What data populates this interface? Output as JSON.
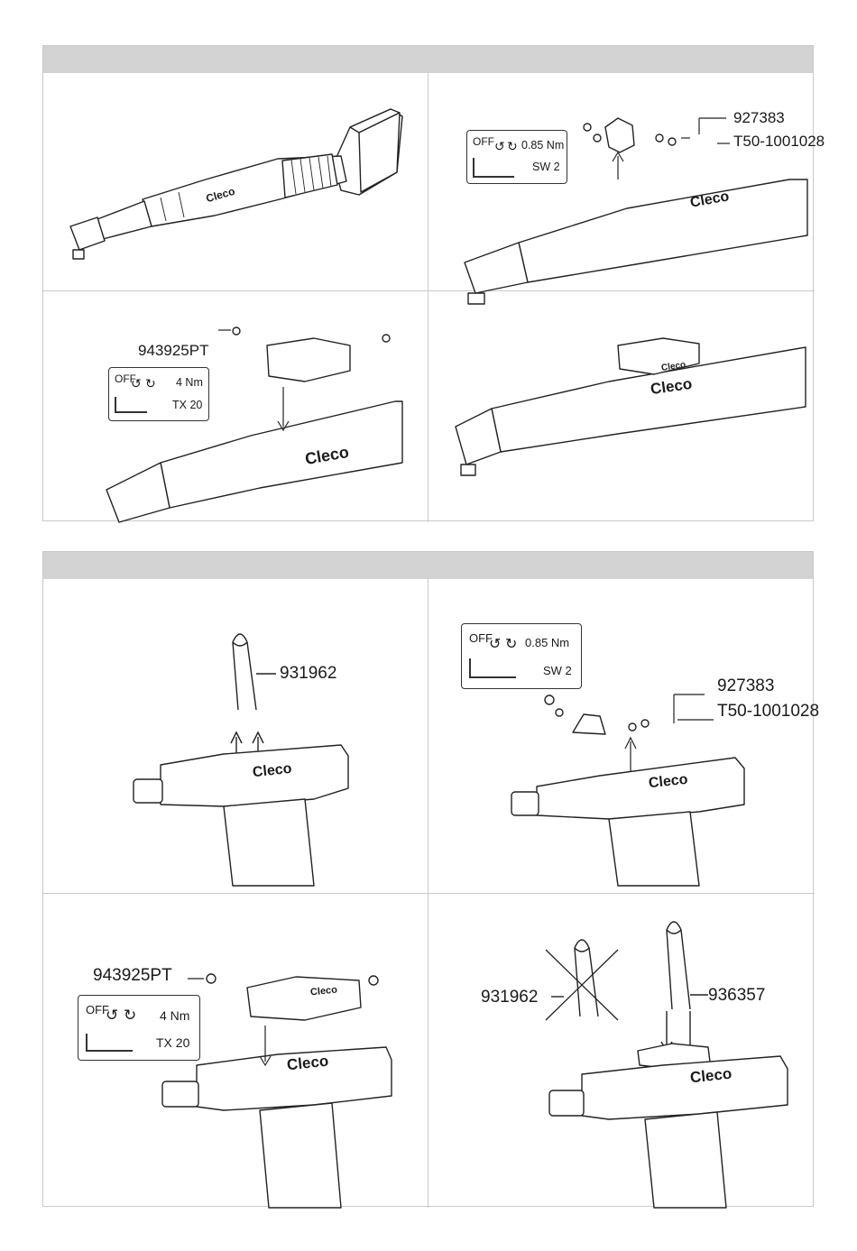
{
  "section1": {
    "panel_b": {
      "spec": {
        "off": "OFF",
        "torque": "0.85 Nm",
        "key": "SW 2"
      },
      "part_a": "927383",
      "part_b": "T50-1001028",
      "brand": "Cleco"
    },
    "panel_a": {
      "brand": "Cleco"
    },
    "panel_c": {
      "part": "943925PT",
      "spec": {
        "off": "OFF",
        "torque": "4 Nm",
        "key": "TX 20"
      },
      "brand": "Cleco"
    },
    "panel_d": {
      "brand": "Cleco",
      "brand_small": "Cleco"
    }
  },
  "section2": {
    "panel_a": {
      "part": "931962",
      "brand": "Cleco"
    },
    "panel_b": {
      "spec": {
        "off": "OFF",
        "torque": "0.85 Nm",
        "key": "SW 2"
      },
      "part_a": "927383",
      "part_b": "T50-1001028",
      "brand": "Cleco"
    },
    "panel_c": {
      "part": "943925PT",
      "spec": {
        "off": "OFF",
        "torque": "4 Nm",
        "key": "TX 20"
      },
      "brand": "Cleco",
      "brand_small": "Cleco"
    },
    "panel_d": {
      "part_old": "931962",
      "part_new": "936357",
      "brand": "Cleco"
    }
  },
  "icons": [
    "rotate-left-icon",
    "rotate-right-icon",
    "hex-key-icon",
    "arrow-up-icon",
    "arrow-down-icon",
    "cross-out-icon",
    "wire-clip-icon",
    "screw-icon",
    "washer-icon"
  ]
}
